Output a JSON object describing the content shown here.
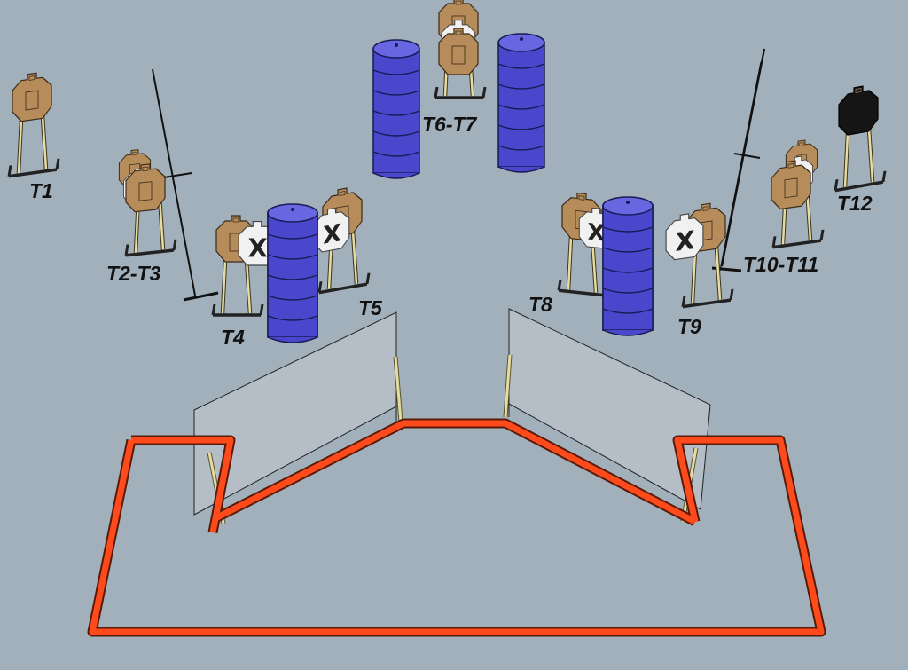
{
  "labels": {
    "t1": "T1",
    "t2_t3": "T2-T3",
    "t4": "T4",
    "t5": "T5",
    "t6_t7": "T6-T7",
    "t8": "T8",
    "t9": "T9",
    "t10_t11": "T10-T11",
    "t12": "T12"
  },
  "no_shoot_mark": "X",
  "colors": {
    "background": "#a2b0bb",
    "fault_line": "#ff4a1c",
    "barrel": "#4a47cc",
    "target_cardboard": "#b58c5a",
    "target_no_shoot": "#f1f1f1",
    "target_hardcover": "#151515",
    "stand": "#e6dca0",
    "wall_panel": "#c5cbd2"
  },
  "icons": [
    "paper-target-icon",
    "no-shoot-target-icon",
    "barrel-icon",
    "fault-line-icon",
    "vision-barrier-icon"
  ]
}
